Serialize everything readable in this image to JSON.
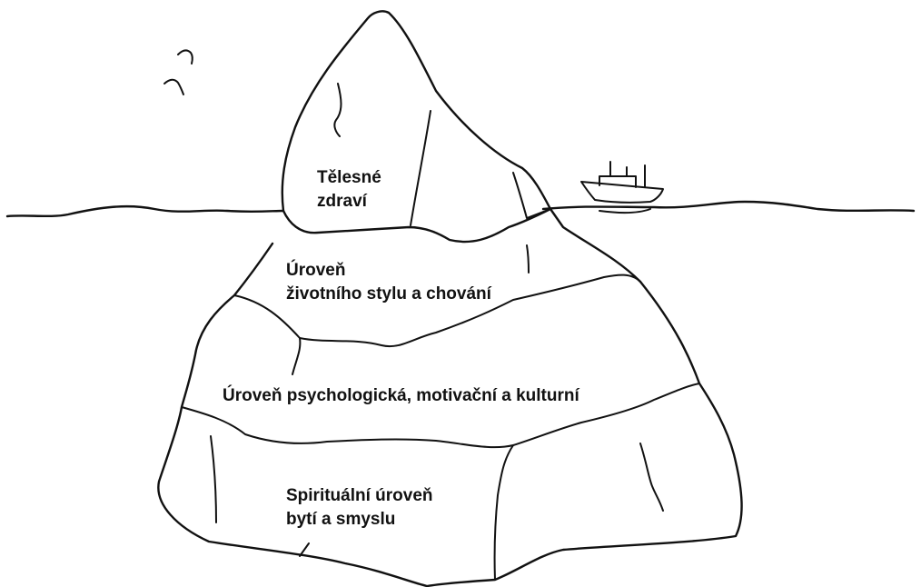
{
  "labels": {
    "tip": {
      "line1": "Tělesné",
      "line2": "zdraví"
    },
    "lifestyle": {
      "line1": "Úroveň",
      "line2": "životního stylu a chování"
    },
    "psychological": "Úroveň psychologická, motivační a kulturní",
    "spiritual": {
      "line1": "Spirituální úroveň",
      "line2": "bytí a smyslu"
    }
  },
  "icons": [
    "bird-icon",
    "ship-icon"
  ]
}
